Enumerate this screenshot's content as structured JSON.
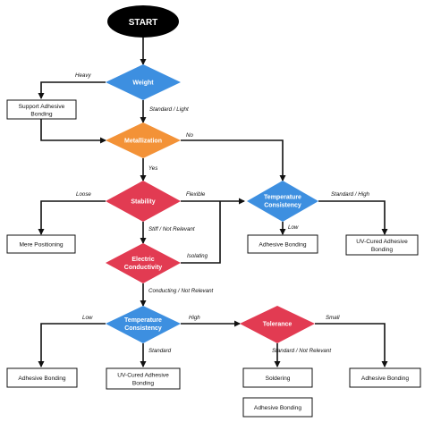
{
  "start": "START",
  "decisions": {
    "weight": "Weight",
    "metallization": "Metallization",
    "stability": "Stability",
    "electric": [
      "Electric",
      "Conductivity"
    ],
    "temp_right": [
      "Temperature",
      "Consistency"
    ],
    "temp_left": [
      "Temperature",
      "Consistency"
    ],
    "tolerance": "Tolerance"
  },
  "boxes": {
    "support": [
      "Support Adhesive",
      "Bonding"
    ],
    "mere": "Mere Positioning",
    "adhesive_mid": "Adhesive Bonding",
    "uv_right": [
      "UV-Cured Adhesive",
      "Bonding"
    ],
    "adhesive_left": "Adhesive Bonding",
    "uv_left": [
      "UV-Cured Adhesive",
      "Bonding"
    ],
    "soldering": "Soldering",
    "adhesive_tol": "Adhesive Bonding",
    "adhesive_bottom": "Adhesive Bonding"
  },
  "edges": {
    "heavy": "Heavy",
    "standard_light": "Standard / Light",
    "no": "No",
    "yes": "Yes",
    "loose": "Loose",
    "flexible": "Flexible",
    "stiff": "Stiff / Not Relevant",
    "isolating": "Isolating",
    "standard_high": "Standard / High",
    "low_right": "Low",
    "conducting": "Conducting / Not Relevant",
    "low_left": "Low",
    "high": "High",
    "standard": "Standard",
    "small": "Small",
    "standard_not_relevant": "Standard / Not Relevant"
  },
  "colors": {
    "blue": "#3d8fe0",
    "orange": "#f39237",
    "red": "#e23b52",
    "start": "#000000"
  }
}
